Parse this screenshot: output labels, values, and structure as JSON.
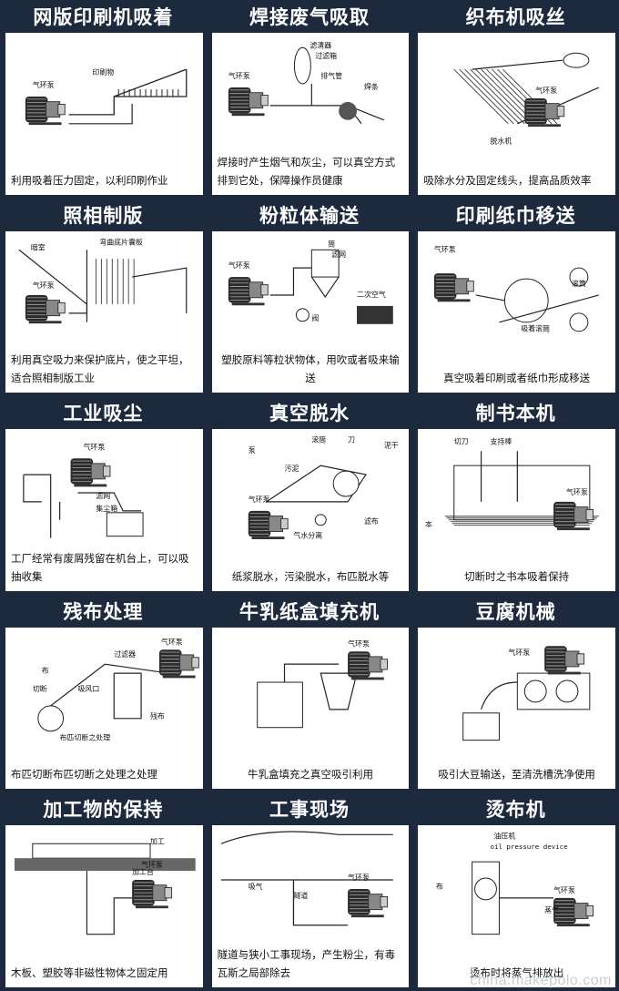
{
  "cells": [
    {
      "title": "网版印刷机吸着",
      "caption": "利用吸着压力固定，以利印刷作业",
      "caption_align": "left",
      "labels": [
        "气环泵",
        "印刷物"
      ]
    },
    {
      "title": "焊接废气吸取",
      "caption": "焊接时产生烟气和灰尘，可以真空方式排到它处，保障操作员健康",
      "caption_align": "left",
      "labels": [
        "滤清器",
        "过滤箱",
        "排气管",
        "焊条",
        "气环泵"
      ]
    },
    {
      "title": "织布机吸丝",
      "caption": "吸除水分及固定线头，提高品质效率",
      "caption_align": "left",
      "labels": [
        "气环泵",
        "脱水机"
      ]
    },
    {
      "title": "照相制版",
      "caption": "利用真空吸力来保护底片，使之平坦，适合照相制版工业",
      "caption_align": "left",
      "labels": [
        "暗室",
        "弯曲底片囊板",
        "气环泵"
      ]
    },
    {
      "title": "粉粒体输送",
      "caption": "塑胶原料等粒状物体，用吹或者吸来输送",
      "caption_align": "center",
      "labels": [
        "筒",
        "滤网",
        "气环泵",
        "二次空气",
        "阀"
      ]
    },
    {
      "title": "印刷纸巾移送",
      "caption": "真空吸着印刷或者纸巾形成移送",
      "caption_align": "center",
      "labels": [
        "气环泵",
        "滚筒",
        "吸着滚筒"
      ]
    },
    {
      "title": "工业吸尘",
      "caption": "工厂经常有废屑残留在机台上，可以吸抽收集",
      "caption_align": "left",
      "labels": [
        "气环泵",
        "滤网",
        "集尘箱"
      ]
    },
    {
      "title": "真空脱水",
      "caption": "纸浆脱水，污染脱水，布匹脱水等",
      "caption_align": "center",
      "labels": [
        "泵",
        "滚筒",
        "污泥",
        "刀",
        "泥干",
        "气环泵",
        "气水分离",
        "滤布"
      ]
    },
    {
      "title": "制书本机",
      "caption": "切断时之书本吸着保持",
      "caption_align": "center",
      "labels": [
        "切刀",
        "支持棒",
        "气环泵",
        "本"
      ]
    },
    {
      "title": "残布处理",
      "caption": "布匹切断布匹切断之处理之处理",
      "caption_align": "left",
      "labels": [
        "气环泵",
        "过滤器",
        "布",
        "切断",
        "吸风口",
        "残布",
        "布匹切断之处理"
      ]
    },
    {
      "title": "牛乳纸盒填充机",
      "caption": "牛乳盒填充之真空吸引利用",
      "caption_align": "center",
      "labels": [
        "气环泵"
      ]
    },
    {
      "title": "豆腐机械",
      "caption": "吸引大豆输送，至清洗槽洗净使用",
      "caption_align": "center",
      "labels": [
        "气环泵"
      ]
    },
    {
      "title": "加工物的保持",
      "caption": "木板、塑胶等非磁性物体之固定用",
      "caption_align": "left",
      "labels": [
        "加工",
        "加工台",
        "气环泵"
      ]
    },
    {
      "title": "工事现场",
      "caption": "隧道与狭小工事现场，产生粉尘，有毒瓦斯之局部除去",
      "caption_align": "left",
      "labels": [
        "吸气",
        "隧道",
        "气环泵"
      ]
    },
    {
      "title": "烫布机",
      "caption": "烫布时将蒸气排放出",
      "caption_align": "center",
      "labels": [
        "油压机",
        "oil pressure device",
        "布",
        "蒸气",
        "气环泵"
      ]
    }
  ],
  "watermark": "china.makepolo.com"
}
